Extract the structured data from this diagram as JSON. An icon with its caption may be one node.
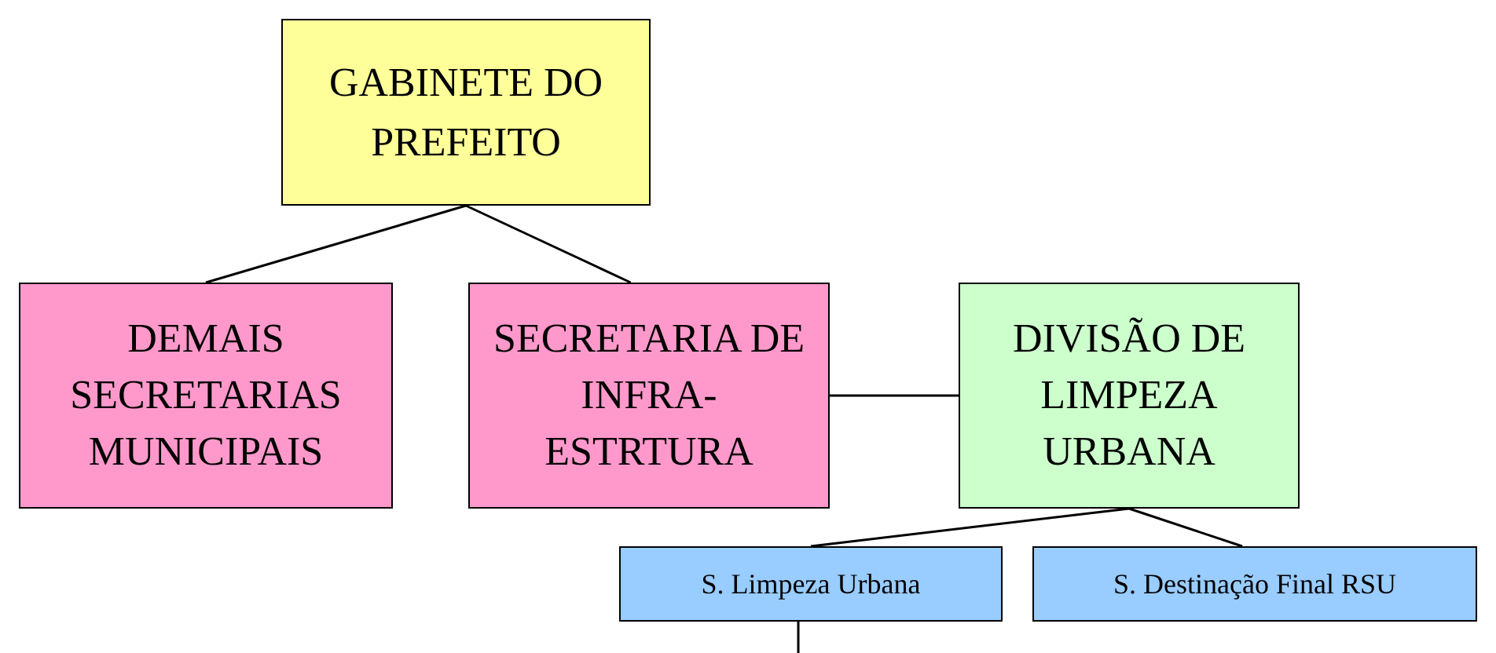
{
  "diagram": {
    "nodes": [
      {
        "text": [
          "GABINETE DO PREFEITO"
        ]
      },
      {
        "text": [
          "DEMAIS SECRETARIAS MUNICIPAIS"
        ]
      },
      {
        "text": [
          "SECRETARIA DE INFRA-ESTRTURA"
        ]
      },
      {
        "text": [
          "DIVISÃO DE LIMPEZA URBANA"
        ]
      },
      {
        "text": [
          "S. Limpeza Urbana"
        ]
      },
      {
        "text": [
          "S. Destinação Final RSU"
        ]
      }
    ],
    "edges": [
      {
        "from": 0,
        "to": 1,
        "arrow": "none"
      },
      {
        "from": 0,
        "to": 2,
        "arrow": "none"
      },
      {
        "from": 2,
        "to": 3,
        "arrow": "none"
      },
      {
        "from": 3,
        "to": 4,
        "arrow": "none"
      },
      {
        "from": 3,
        "to": 5,
        "arrow": "none"
      },
      {
        "from": 4,
        "to": null,
        "arrow": "none"
      }
    ]
  }
}
